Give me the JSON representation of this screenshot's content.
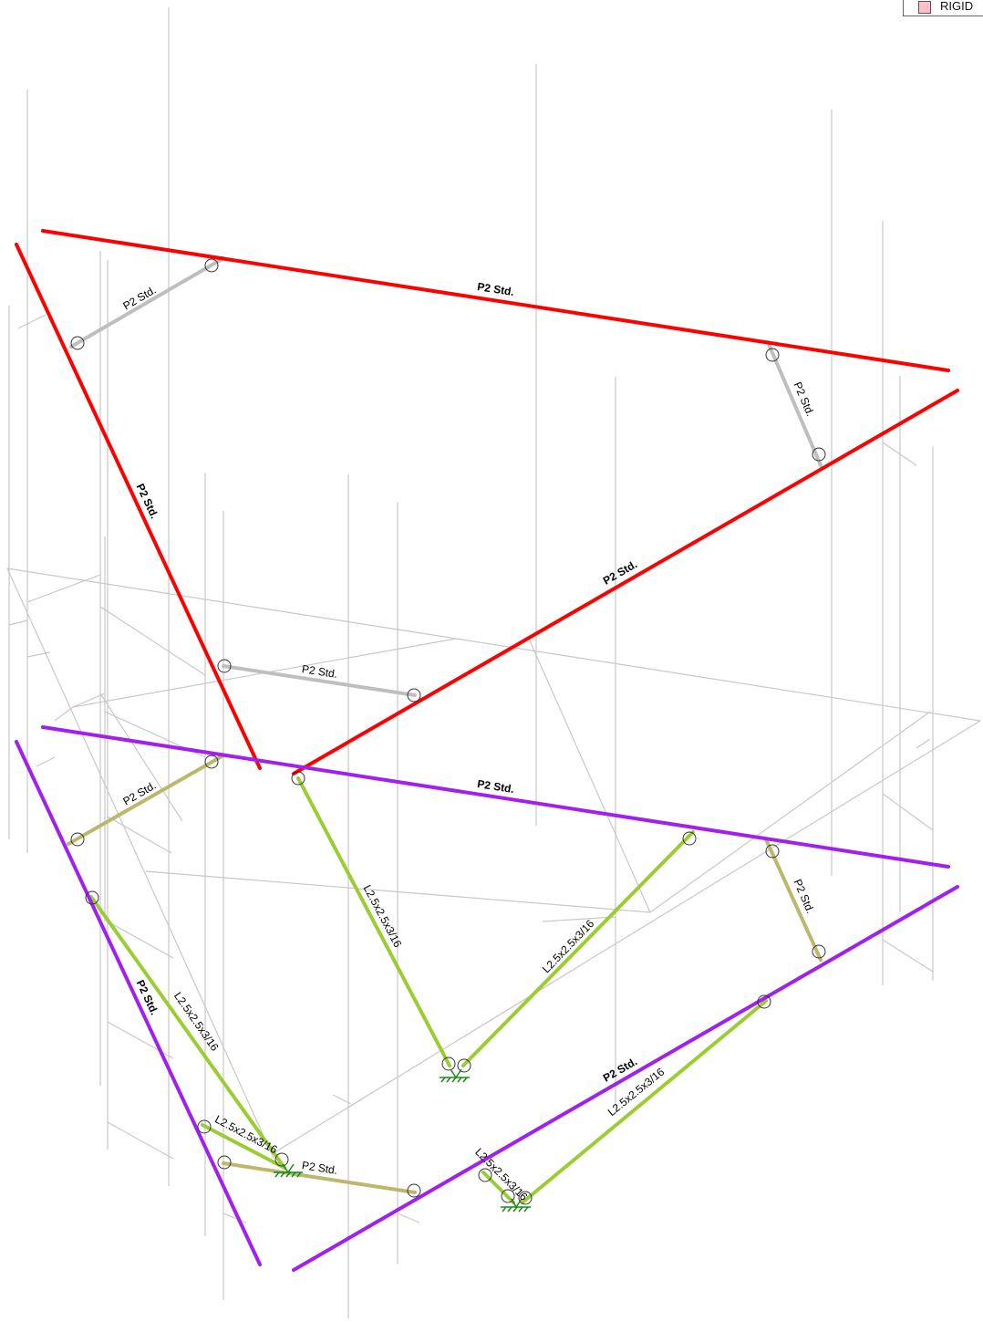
{
  "legend": {
    "label": "RIGID",
    "swatch_color": "#ffc0cb"
  },
  "colors": {
    "background_frame": "#c8c8c8",
    "red_member": "#ff0000",
    "purple_member": "#a020f0",
    "gray_member": "#bebebe",
    "khaki_member": "#bdb76b",
    "green_member": "#9acd32",
    "support": "#1a8a1a",
    "label_text": "#000000"
  },
  "member_labels": {
    "pipe": "P2 Std.",
    "angle": "L2.5x2.5x3/16"
  }
}
